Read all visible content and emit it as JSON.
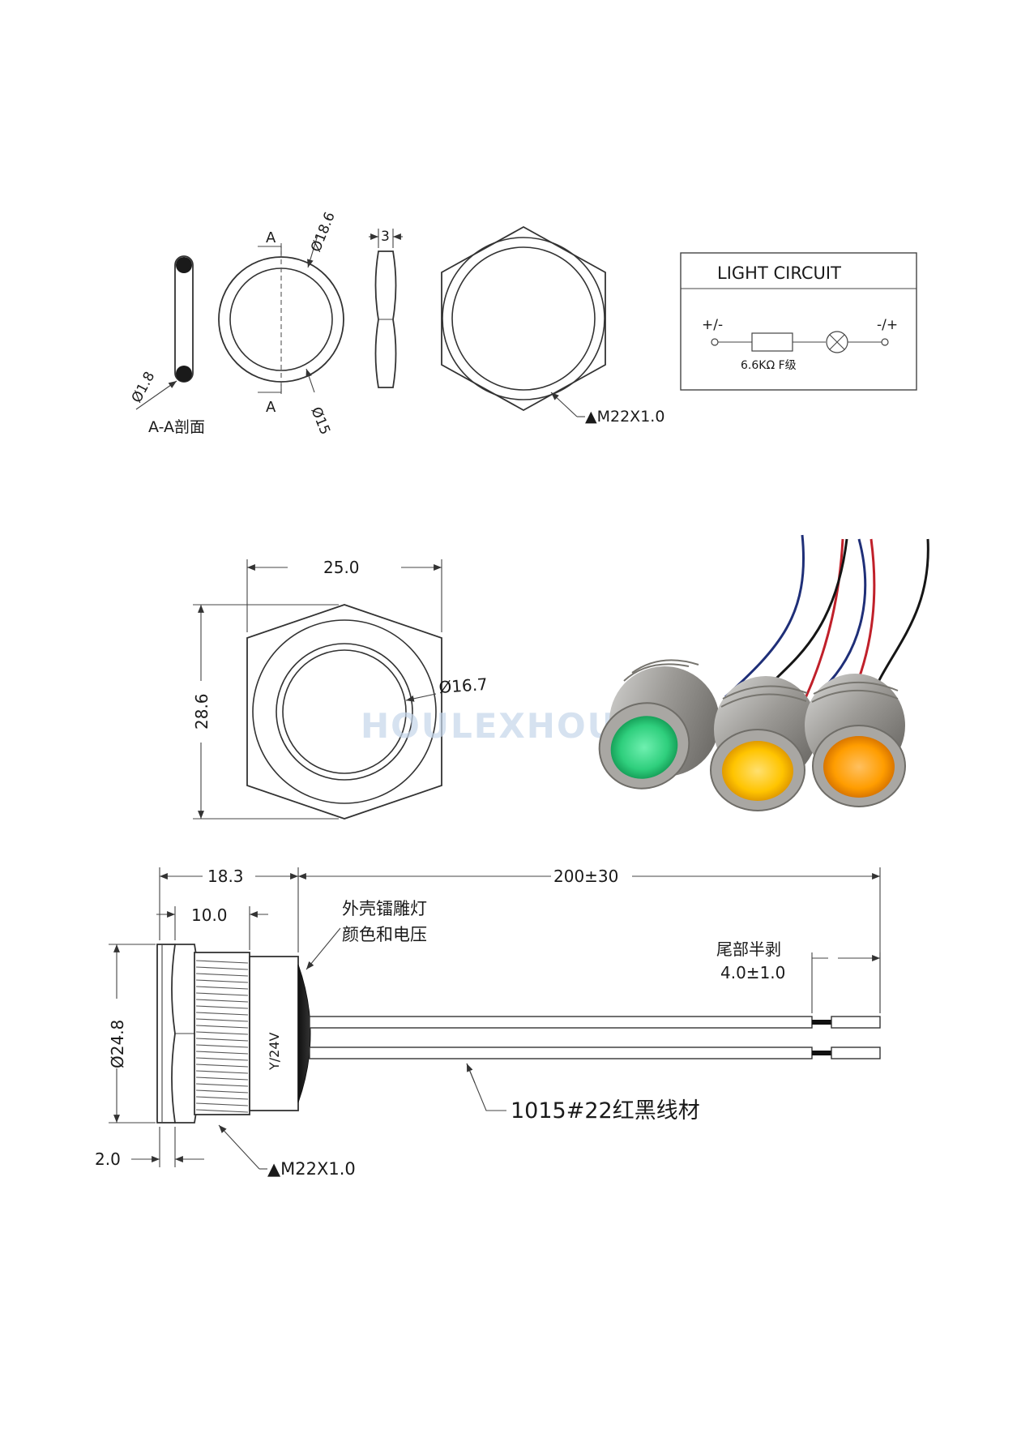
{
  "oring": {
    "dia_outer": "Ø18.6",
    "dia_inner": "Ø15",
    "wire_dia": "Ø1.8",
    "section_mark": "A",
    "section_caption": "A-A剖面"
  },
  "washer": {
    "thickness": "3"
  },
  "hexnut": {
    "thread": "▲M22X1.0"
  },
  "circuit": {
    "title": "LIGHT CIRCUIT",
    "plus_left": "+/-",
    "minus_right": "-/+",
    "resistor": "6.6KΩ F级"
  },
  "front_view": {
    "width": "25.0",
    "height": "28.6",
    "lens_dia": "Ø16.7"
  },
  "watermark": "HOULEXHOULEX",
  "photo": {
    "colors": {
      "green": "#2fcf7d",
      "yellow": "#ffc400",
      "orange": "#ff9d00",
      "wire_blue": "#1f2f78",
      "wire_red": "#c0202a",
      "wire_black": "#151515"
    }
  },
  "side_view": {
    "total_len": "18.3",
    "thread_len": "10.0",
    "wire_len": "200±30",
    "engrave_note_1": "外壳镭雕灯",
    "engrave_note_2": "颜色和电压",
    "strip_note_1": "尾部半剥",
    "strip_note_2": "4.0±1.0",
    "body_dia": "Ø24.8",
    "flange": "2.0",
    "thread": "▲M22X1.0",
    "body_mark": "Y/24V",
    "wire_spec": "1015#22红黑线材"
  }
}
